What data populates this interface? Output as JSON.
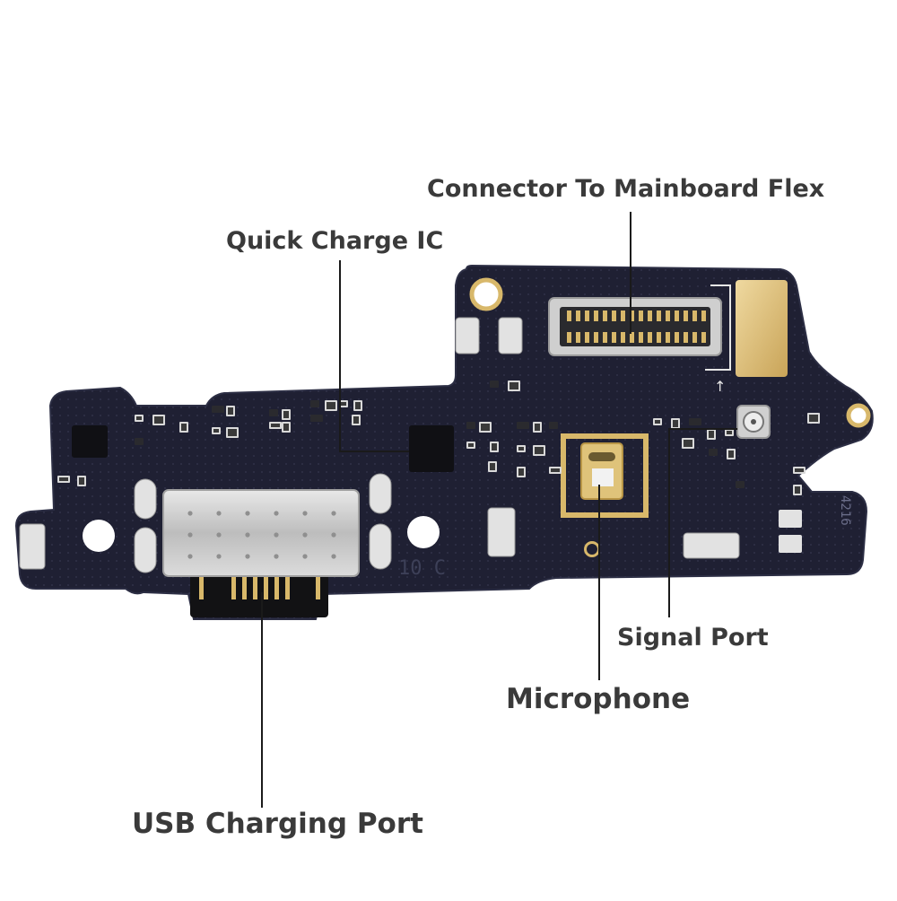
{
  "labels": {
    "connector": "Connector To Mainboard Flex",
    "quick_charge": "Quick Charge IC",
    "signal_port": "Signal Port",
    "microphone": "Microphone",
    "usb": "USB Charging Port"
  },
  "colors": {
    "board": "#1f2033",
    "board_edge": "#2c2e44",
    "gold": "#d8b86a",
    "metal": "#c9c9c9",
    "label_text": "#3a3a3a",
    "leader_line": "#1a1a1a"
  },
  "board_print": {
    "left_mark": "10 C",
    "right_mark": "4216"
  }
}
